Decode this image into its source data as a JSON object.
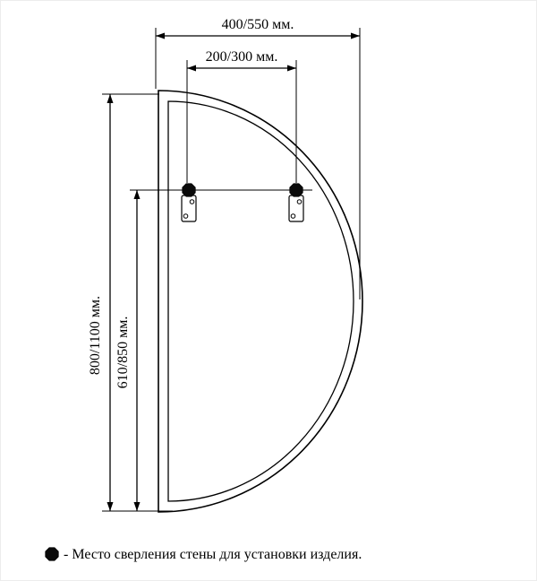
{
  "diagram": {
    "title": "mirror-mounting-dimension-drawing",
    "dimensions": {
      "top_width": "400/550 мм.",
      "bracket_spacing": "200/300 мм.",
      "total_height": "800/1100 мм.",
      "bracket_height": "610/850 мм."
    },
    "legend": {
      "symbol": "drill-point",
      "text": "- Место сверления стены для установки изделия."
    },
    "colors": {
      "line": "#000000",
      "background": "#ffffff"
    }
  }
}
